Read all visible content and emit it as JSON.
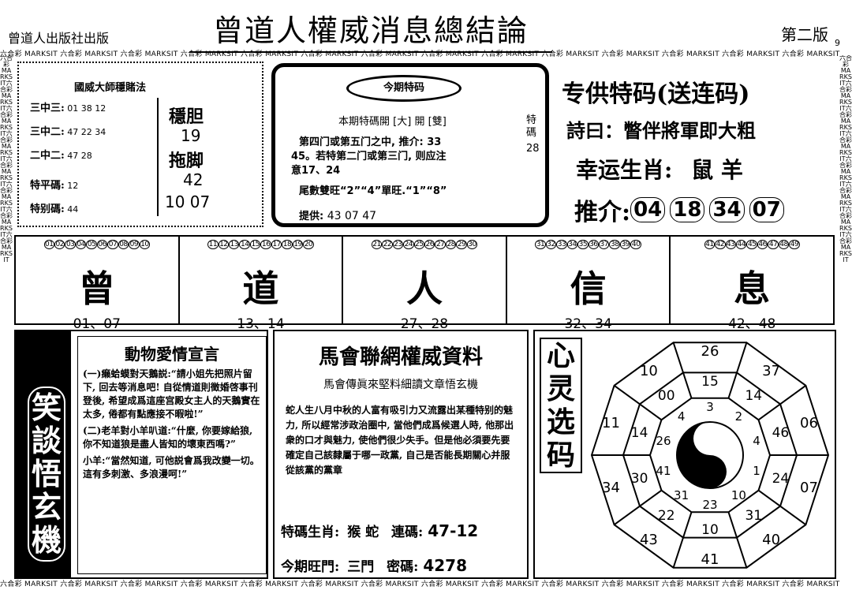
{
  "header": {
    "publisher": "曾道人出版社出版",
    "title": "曾道人權威消息總結論",
    "edition": "第二版",
    "page_no": "9"
  },
  "border_text": "六合彩 MARKSIT",
  "left_box": {
    "title": "國威大師穩賭法",
    "rows": [
      {
        "label": "三中三:",
        "value": "01 38 12"
      },
      {
        "label": "三中二:",
        "value": "47 22 34"
      },
      {
        "label": "二中二:",
        "value": "47 28"
      },
      {
        "label": "特平碼:",
        "value": "12"
      },
      {
        "label": "特别碼:",
        "value": "44"
      }
    ],
    "wen_dan_label": "穩胆",
    "wen_dan_value": "19",
    "tuo_jiao_label": "拖脚",
    "tuo_jiao_value1": "42",
    "tuo_jiao_value2": "10 07"
  },
  "center_box": {
    "badge": "今期特码",
    "line1": "本期特碼開",
    "big": "大",
    "kai": "開",
    "double": "雙",
    "side_label": "特碼",
    "side_value": "28",
    "line2": "第四门或第五门之中, 推介: 33",
    "line3": "45。若特第二门或第三门, 则应注",
    "line4": "意17、24",
    "line5": "尾數雙旺“2”“4”單旺.“1”“8”",
    "provide_label": "提供:",
    "provide_value": "43 07 47"
  },
  "right_top": {
    "title": "专供特码(送连码)",
    "poem": "詩曰：瞥伴將軍即大粗",
    "lucky_label": "幸运生肖:",
    "lucky_value": "鼠  羊",
    "recommend_label": "推介:",
    "recommend_values": [
      "04",
      "18",
      "34",
      "07"
    ]
  },
  "number_row": {
    "nums": [
      "01",
      "02",
      "03",
      "04",
      "05",
      "06",
      "07",
      "08",
      "09",
      "10",
      "11",
      "12",
      "13",
      "14",
      "15",
      "16",
      "17",
      "18",
      "19",
      "20",
      "21",
      "22",
      "23",
      "24",
      "25",
      "26",
      "27",
      "28",
      "29",
      "30",
      "31",
      "32",
      "33",
      "34",
      "35",
      "36",
      "37",
      "38",
      "39",
      "40",
      "41",
      "42",
      "43",
      "44",
      "45",
      "46",
      "47",
      "48",
      "49"
    ],
    "columns": [
      {
        "char": "曾",
        "sub": "01、07"
      },
      {
        "char": "道",
        "sub": "13、14"
      },
      {
        "char": "人",
        "sub": "27、28"
      },
      {
        "char": "信",
        "sub": "32、34"
      },
      {
        "char": "息",
        "sub": "42、48"
      }
    ]
  },
  "left_bottom": {
    "banner": "笑談悟玄機",
    "title": "動物愛情宣言",
    "paragraphs": [
      "(一)癞蛤蟆對天鵝説:“請小姐先把照片留下, 回去等消息吧! 自從情道則徵婚啓事刊登後, 希望成爲這座宫殿女主人的天鵝實在太多, 倦都有點應接不暇啦!”",
      "(二)老羊對小羊叭道:“什麼, 你要嫁給狼, 你不知道狼是盡人皆知的壞東西嗎?”",
      "小羊:“當然知道, 可他説會爲我改變一切。這有多刺激、多浪漫呵!”"
    ]
  },
  "center_bottom": {
    "title": "馬會聯網權威資料",
    "subtitle": "馬會傳眞來堅料細讀文章悟玄機",
    "body": "蛇人生八月中秋的人富有吸引力又流露出某種特别的魅力, 所以經常涉政治圈中, 當他們成爲候選人時, 他那出衆的口才與魅力, 使他們很少失手。但是他必須要先要確定自己該隸屬于哪一政黨, 自己是否能長期關心并服從該黨的黨章",
    "zodiac_label": "特碼生肖:",
    "zodiac_value": "猴  蛇",
    "lian_label": "連碼:",
    "lian_value": "47-12",
    "wang_label": "今期旺門:",
    "wang_value": "三門",
    "mi_label": "密碼:",
    "mi_value": "4278"
  },
  "right_bottom": {
    "banner": "心灵选码",
    "outer": [
      "43",
      "34",
      "11",
      "10",
      "26",
      "37",
      "06",
      "07",
      "40",
      "41"
    ],
    "middle": [
      "22",
      "30",
      "14",
      "00",
      "15",
      "14",
      "46",
      "24",
      "31",
      "10"
    ],
    "inner": [
      "31",
      "41",
      "26",
      "4",
      "3",
      "2",
      "4",
      "1",
      "10",
      "23"
    ]
  }
}
